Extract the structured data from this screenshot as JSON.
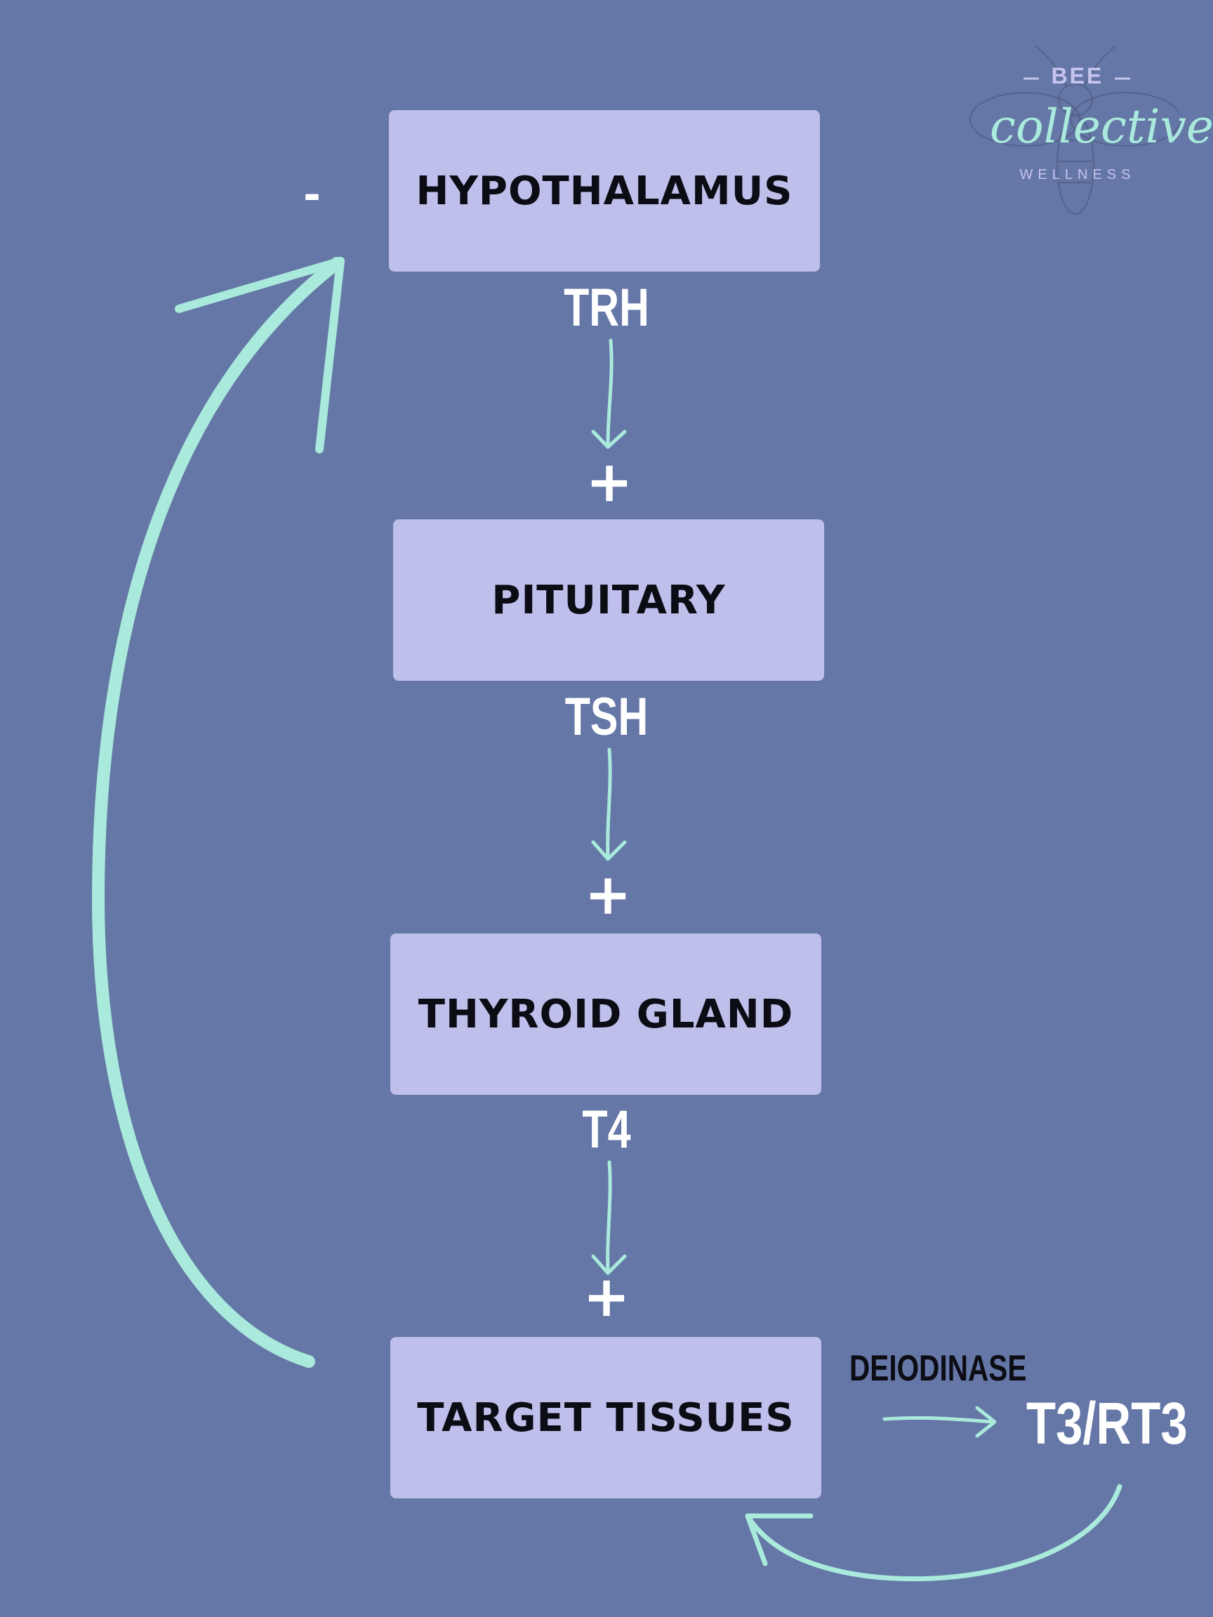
{
  "diagram": {
    "boxes": {
      "hypothalamus": "HYPOTHALAMUS",
      "pituitary": "PITUITARY",
      "thyroid": "THYROID GLAND",
      "target": "TARGET TISSUES"
    },
    "hormones": {
      "trh": "TRH",
      "tsh": "TSH",
      "t4": "T4",
      "t3": "T3/RT3"
    },
    "enzyme": "DEIODINASE",
    "plus_sign": "+",
    "minus_sign": "-"
  },
  "logo": {
    "top": "BEE",
    "middle": "collective",
    "bottom": "WELLNESS"
  },
  "colors": {
    "background": "#6577a6",
    "box_fill": "#bfbfec",
    "arrow": "#a9eadc",
    "text_dark": "#0c0c14",
    "text_light": "#ffffff"
  }
}
